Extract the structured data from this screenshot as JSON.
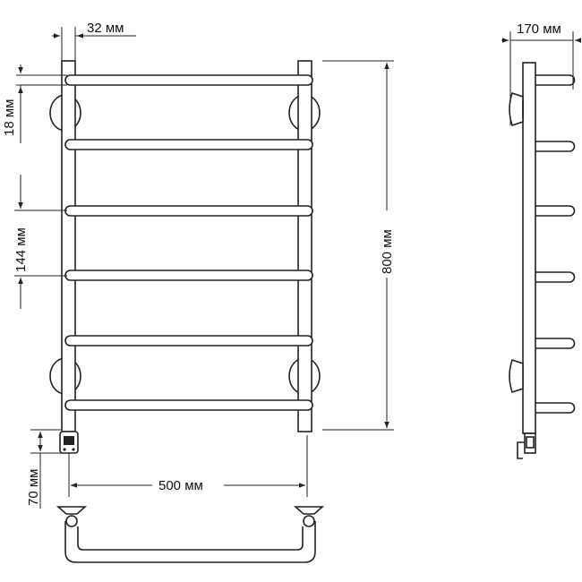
{
  "dimensions": {
    "tube_width": "32 мм",
    "rung_thickness": "18 мм",
    "rung_spacing": "144 мм",
    "total_height": "800 мм",
    "total_width": "500 мм",
    "connector_offset": "70 мм",
    "depth": "170 мм"
  }
}
